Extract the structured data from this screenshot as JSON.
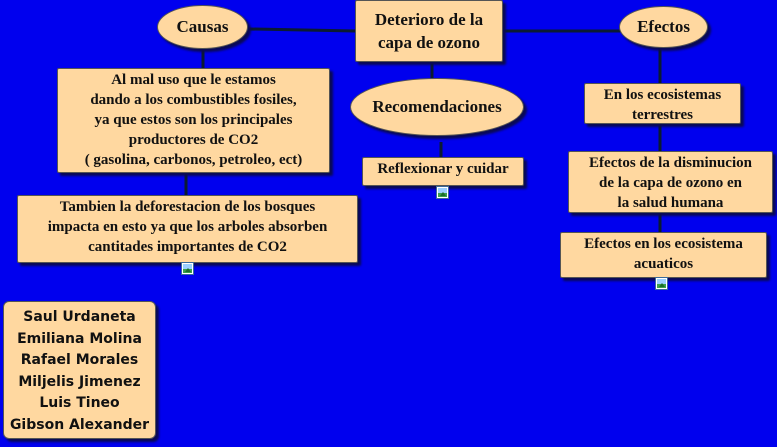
{
  "title": "Deterioro de la capa de ozono",
  "nodes": {
    "causas": "Causas",
    "efectos": "Efectos",
    "recomendaciones": "Recomendaciones"
  },
  "causas_items": [
    "Al mal uso que le estamos\ndando a los combustibles fosiles,\nya que estos son los principales\nproductores de CO2\n( gasolina, carbonos, petroleo, ect)",
    "Tambien la deforestacion de los bosques\nimpacta en esto ya que los arboles absorben\ncantitades importantes de CO2"
  ],
  "recomendaciones_items": [
    "Reflexionar y cuidar"
  ],
  "efectos_items": [
    "En los ecosistemas\nterrestres",
    "Efectos de la disminucion\nde la capa de ozono en\nla salud humana",
    "Efectos en los ecosistema\nacuaticos"
  ],
  "authors": [
    "Saul Urdaneta",
    "Emiliana Molina",
    "Rafael Morales",
    "Miljelis Jimenez",
    "Luis Tineo",
    "Gibson Alexander"
  ],
  "colors": {
    "background": "#0000ee",
    "node_fill": "#ffd8a0",
    "connector": "#0a1a33"
  },
  "icons": [
    "image-link-icon"
  ]
}
